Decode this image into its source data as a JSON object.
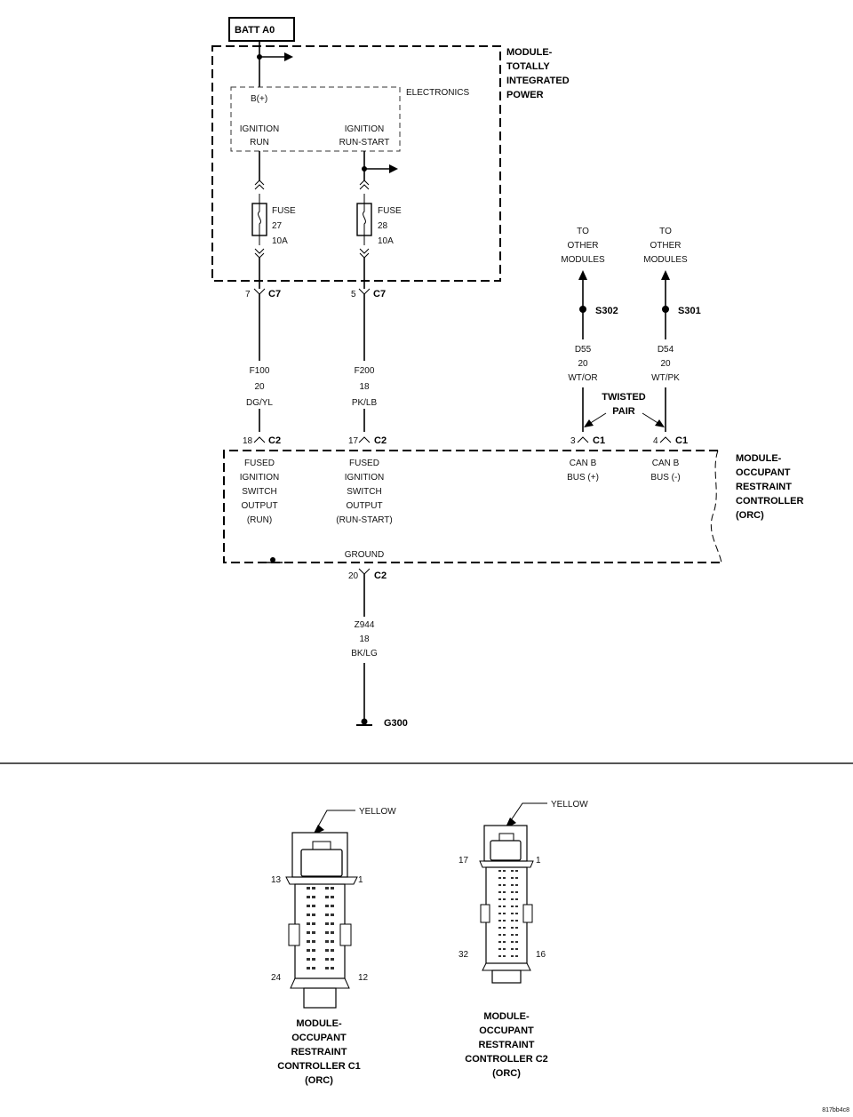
{
  "batt": "BATT A0",
  "tipm": {
    "l1": "MODULE-",
    "l2": "TOTALLY",
    "l3": "INTEGRATED",
    "l4": "POWER"
  },
  "electronics": "ELECTRONICS",
  "bplus": "B(+)",
  "ign_run": {
    "l1": "IGNITION",
    "l2": "RUN"
  },
  "ign_runstart": {
    "l1": "IGNITION",
    "l2": "RUN-START"
  },
  "fuse27": {
    "l1": "FUSE",
    "l2": "27",
    "l3": "10A"
  },
  "fuse28": {
    "l1": "FUSE",
    "l2": "28",
    "l3": "10A"
  },
  "c7a": {
    "pin": "7",
    "conn": "C7"
  },
  "c7b": {
    "pin": "5",
    "conn": "C7"
  },
  "wire_f100": {
    "id": "F100",
    "gauge": "20",
    "color": "DG/YL"
  },
  "wire_f200": {
    "id": "F200",
    "gauge": "18",
    "color": "PK/LB"
  },
  "other1": {
    "l1": "TO",
    "l2": "OTHER",
    "l3": "MODULES"
  },
  "other2": {
    "l1": "TO",
    "l2": "OTHER",
    "l3": "MODULES"
  },
  "s302": "S302",
  "s301": "S301",
  "wire_d55": {
    "id": "D55",
    "gauge": "20",
    "color": "WT/OR"
  },
  "wire_d54": {
    "id": "D54",
    "gauge": "20",
    "color": "WT/PK"
  },
  "twisted": {
    "l1": "TWISTED",
    "l2": "PAIR"
  },
  "c2a": {
    "pin": "18",
    "conn": "C2"
  },
  "c2b": {
    "pin": "17",
    "conn": "C2"
  },
  "c1a": {
    "pin": "3",
    "conn": "C1"
  },
  "c1b": {
    "pin": "4",
    "conn": "C1"
  },
  "orc": {
    "l1": "MODULE-",
    "l2": "OCCUPANT",
    "l3": "RESTRAINT",
    "l4": "CONTROLLER",
    "l5": "(ORC)"
  },
  "pin18": {
    "l1": "FUSED",
    "l2": "IGNITION",
    "l3": "SWITCH",
    "l4": "OUTPUT",
    "l5": "(RUN)"
  },
  "pin17": {
    "l1": "FUSED",
    "l2": "IGNITION",
    "l3": "SWITCH",
    "l4": "OUTPUT",
    "l5": "(RUN-START)"
  },
  "canp": {
    "l1": "CAN B",
    "l2": "BUS (+)"
  },
  "canm": {
    "l1": "CAN B",
    "l2": "BUS (-)"
  },
  "ground": "GROUND",
  "c2g": {
    "pin": "20",
    "conn": "C2"
  },
  "wire_z944": {
    "id": "Z944",
    "gauge": "18",
    "color": "BK/LG"
  },
  "g300": "G300",
  "conn_c1": {
    "color": "YELLOW",
    "pins": {
      "tl": "13",
      "tr": "1",
      "bl": "24",
      "br": "12"
    },
    "l1": "MODULE-",
    "l2": "OCCUPANT",
    "l3": "RESTRAINT",
    "l4": "CONTROLLER C1",
    "l5": "(ORC)"
  },
  "conn_c2": {
    "color": "YELLOW",
    "pins": {
      "tl": "17",
      "tr": "1",
      "bl": "32",
      "br": "16"
    },
    "l1": "MODULE-",
    "l2": "OCCUPANT",
    "l3": "RESTRAINT",
    "l4": "CONTROLLER C2",
    "l5": "(ORC)"
  },
  "footer_code": "817bb4c8"
}
